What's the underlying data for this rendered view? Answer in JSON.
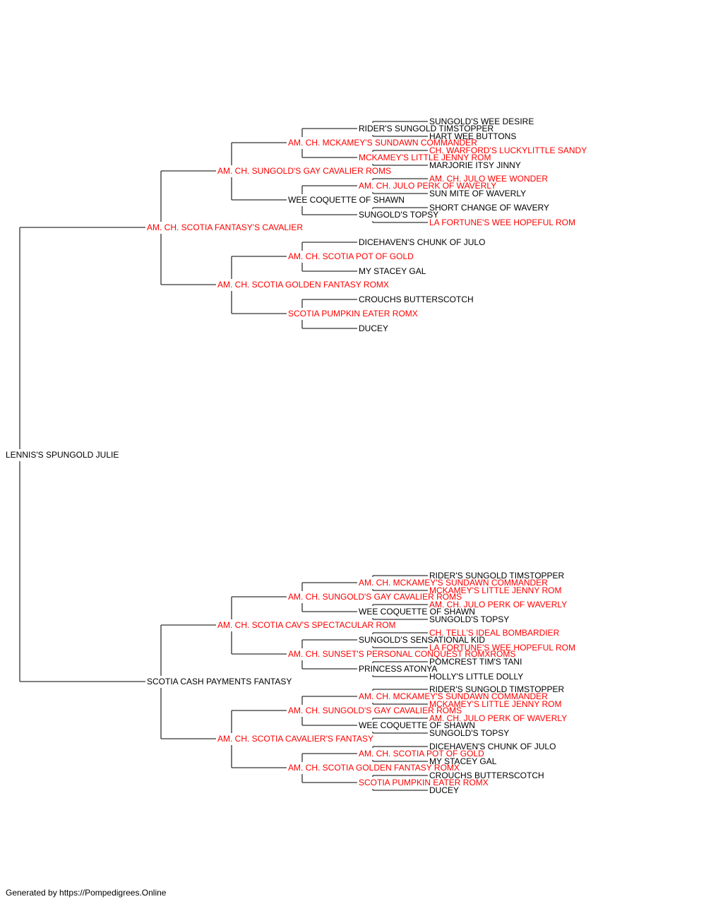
{
  "colors": {
    "titled": "#ff0000",
    "plain": "#000000",
    "lines": "#333333"
  },
  "pedigree": {
    "name": "LENNIS'S SPUNGOLD JULIE",
    "titled": false,
    "sire": {
      "name": "AM. CH. SCOTIA FANTASY'S CAVALIER",
      "titled": true,
      "sire": {
        "name": "AM. CH. SUNGOLD'S GAY CAVALIER ROMS",
        "titled": true,
        "sire": {
          "name": "AM. CH. MCKAMEY'S SUNDAWN COMMANDER",
          "titled": true,
          "sire": {
            "name": "RIDER'S SUNGOLD TIMSTOPPER",
            "titled": false,
            "sire": {
              "name": "SUNGOLD'S WEE DESIRE",
              "titled": false
            },
            "dam": {
              "name": "HART WEE BUTTONS",
              "titled": false
            }
          },
          "dam": {
            "name": "MCKAMEY'S LITTLE JENNY ROM",
            "titled": true,
            "sire": {
              "name": "CH. WARFORD'S LUCKYLITTLE SANDY",
              "titled": true
            },
            "dam": {
              "name": "MARJORIE ITSY JINNY",
              "titled": false
            }
          }
        },
        "dam": {
          "name": "WEE COQUETTE OF SHAWN",
          "titled": false,
          "sire": {
            "name": "AM. CH. JULO PERK OF WAVERLY",
            "titled": true,
            "sire": {
              "name": "AM. CH. JULO WEE WONDER",
              "titled": true
            },
            "dam": {
              "name": "SUN MITE OF WAVERLY",
              "titled": false
            }
          },
          "dam": {
            "name": "SUNGOLD'S TOPSY",
            "titled": false,
            "sire": {
              "name": "SHORT CHANGE OF WAVERY",
              "titled": false
            },
            "dam": {
              "name": "LA FORTUNE'S WEE HOPEFUL ROM",
              "titled": true
            }
          }
        }
      },
      "dam": {
        "name": "AM. CH. SCOTIA GOLDEN FANTASY ROMX",
        "titled": true,
        "sire": {
          "name": "AM. CH. SCOTIA POT OF GOLD",
          "titled": true,
          "sire": {
            "name": "DICEHAVEN'S CHUNK OF JULO",
            "titled": false
          },
          "dam": {
            "name": "MY STACEY GAL",
            "titled": false
          }
        },
        "dam": {
          "name": "SCOTIA PUMPKIN EATER ROMX",
          "titled": true,
          "sire": {
            "name": "CROUCHS BUTTERSCOTCH",
            "titled": false
          },
          "dam": {
            "name": "DUCEY",
            "titled": false
          }
        }
      }
    },
    "dam": {
      "name": "SCOTIA CASH PAYMENTS FANTASY",
      "titled": false,
      "sire": {
        "name": "AM. CH. SCOTIA CAV'S SPECTACULAR ROM",
        "titled": true,
        "sire": {
          "name": "AM. CH. SUNGOLD'S GAY CAVALIER ROMS",
          "titled": true,
          "sire": {
            "name": "AM. CH. MCKAMEY'S SUNDAWN COMMANDER",
            "titled": true,
            "sire": {
              "name": "RIDER'S SUNGOLD TIMSTOPPER",
              "titled": false
            },
            "dam": {
              "name": "MCKAMEY'S LITTLE JENNY ROM",
              "titled": true
            }
          },
          "dam": {
            "name": "WEE COQUETTE OF SHAWN",
            "titled": false,
            "sire": {
              "name": "AM. CH. JULO PERK OF WAVERLY",
              "titled": true
            },
            "dam": {
              "name": "SUNGOLD'S TOPSY",
              "titled": false
            }
          }
        },
        "dam": {
          "name": "AM. CH. SUNSET'S PERSONAL CONQUEST ROMXROMS",
          "titled": true,
          "sire": {
            "name": "SUNGOLD'S SENSATIONAL KID",
            "titled": false,
            "sire": {
              "name": "CH. TELL'S IDEAL BOMBARDIER",
              "titled": true
            },
            "dam": {
              "name": "LA FORTUNE'S WEE HOPEFUL ROM",
              "titled": true
            }
          },
          "dam": {
            "name": "PRINCESS ATONYA",
            "titled": false,
            "sire": {
              "name": "POMCREST TIM'S TANI",
              "titled": false
            },
            "dam": {
              "name": "HOLLY'S LITTLE DOLLY",
              "titled": false
            }
          }
        }
      },
      "dam": {
        "name": "AM. CH. SCOTIA CAVALIER'S FANTASY",
        "titled": true,
        "sire": {
          "name": "AM. CH. SUNGOLD'S GAY CAVALIER ROMS",
          "titled": true,
          "sire": {
            "name": "AM. CH. MCKAMEY'S SUNDAWN COMMANDER",
            "titled": true,
            "sire": {
              "name": "RIDER'S SUNGOLD TIMSTOPPER",
              "titled": false
            },
            "dam": {
              "name": "MCKAMEY'S LITTLE JENNY ROM",
              "titled": true
            }
          },
          "dam": {
            "name": "WEE COQUETTE OF SHAWN",
            "titled": false,
            "sire": {
              "name": "AM. CH. JULO PERK OF WAVERLY",
              "titled": true
            },
            "dam": {
              "name": "SUNGOLD'S TOPSY",
              "titled": false
            }
          }
        },
        "dam": {
          "name": "AM. CH. SCOTIA GOLDEN FANTASY ROMX",
          "titled": true,
          "sire": {
            "name": "AM. CH. SCOTIA POT OF GOLD",
            "titled": true,
            "sire": {
              "name": "DICEHAVEN'S CHUNK OF JULO",
              "titled": false
            },
            "dam": {
              "name": "MY STACEY GAL",
              "titled": false
            }
          },
          "dam": {
            "name": "SCOTIA PUMPKIN EATER ROMX",
            "titled": true,
            "sire": {
              "name": "CROUCHS BUTTERSCOTCH",
              "titled": false
            },
            "dam": {
              "name": "DUCEY",
              "titled": false
            }
          }
        }
      }
    }
  },
  "footer": "Generated by https://Pompedigrees.Online"
}
